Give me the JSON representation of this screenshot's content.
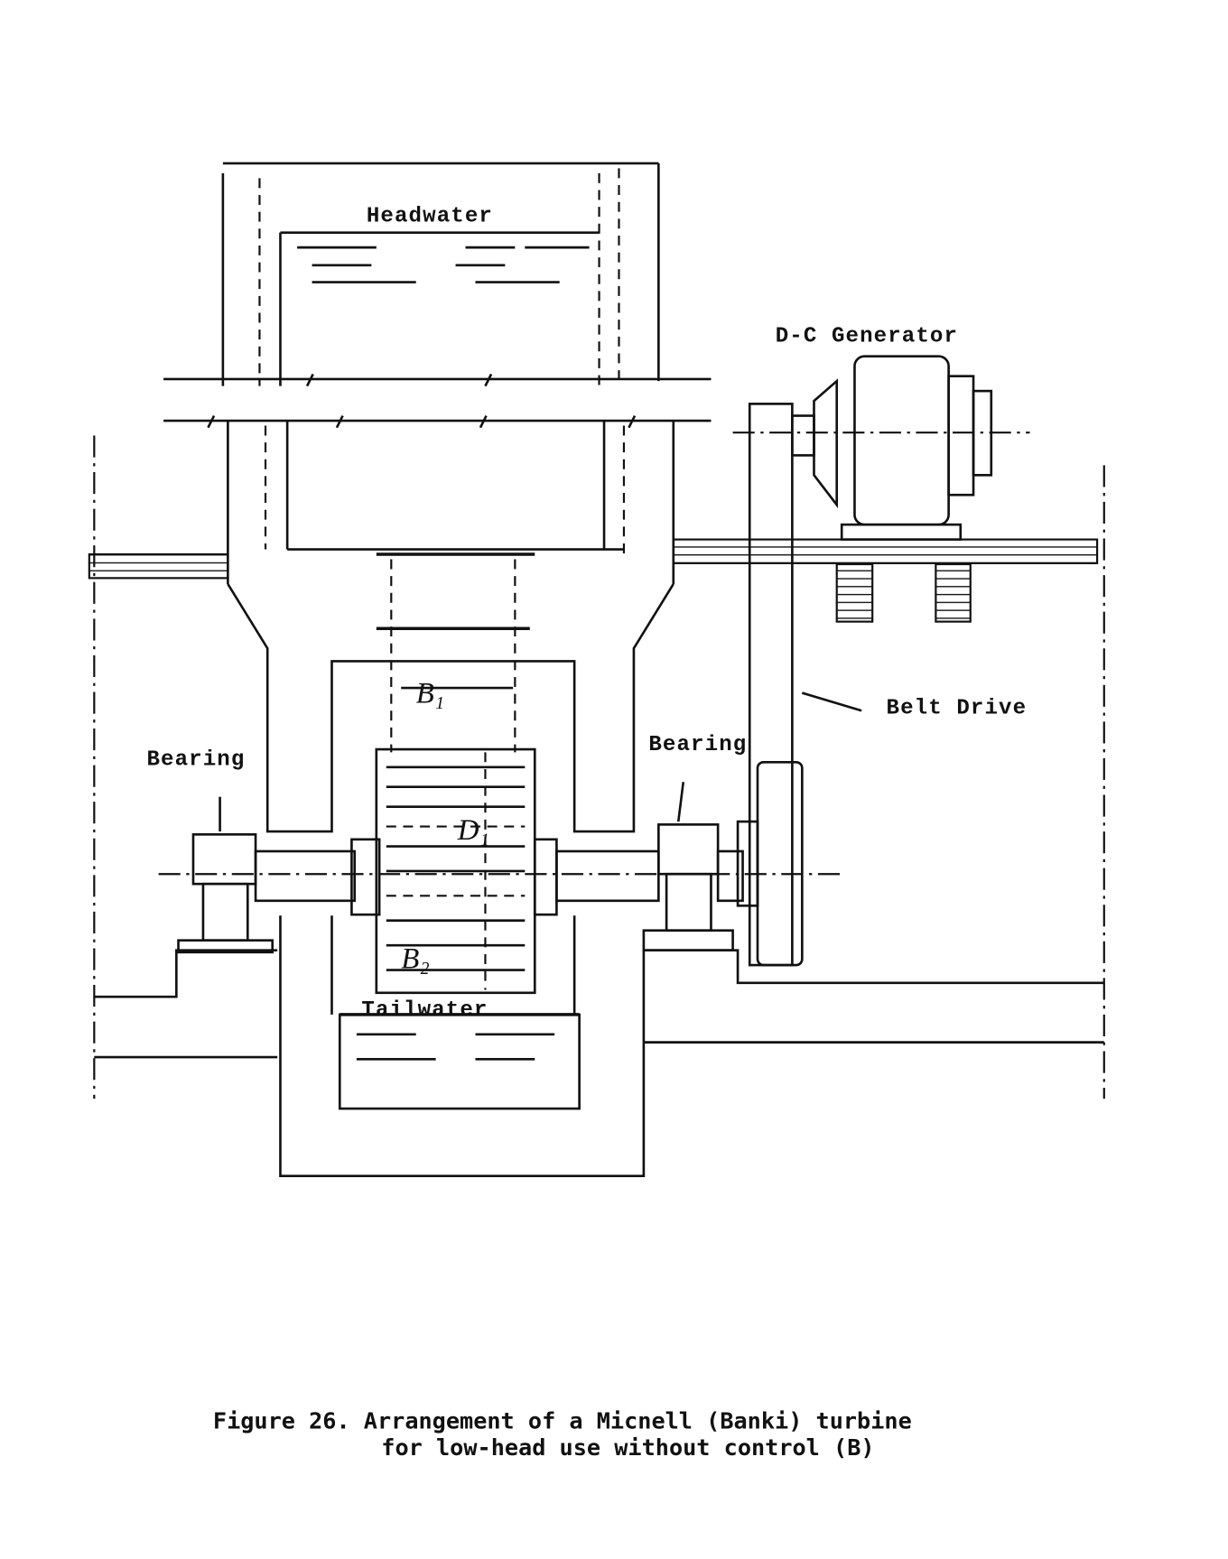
{
  "labels": {
    "headwater": "Headwater",
    "generator": "D-C Generator",
    "belt_drive": "Belt Drive",
    "bearing_left": "Bearing",
    "bearing_right": "Bearing",
    "tailwater": "Tailwater",
    "b1": "B₁",
    "d1": "D₁",
    "b2": "B₂"
  },
  "caption": {
    "line1": "Figure 26. Arrangement of a Micnell (Banki) turbine",
    "line2": "for low-head use without control (B)"
  }
}
